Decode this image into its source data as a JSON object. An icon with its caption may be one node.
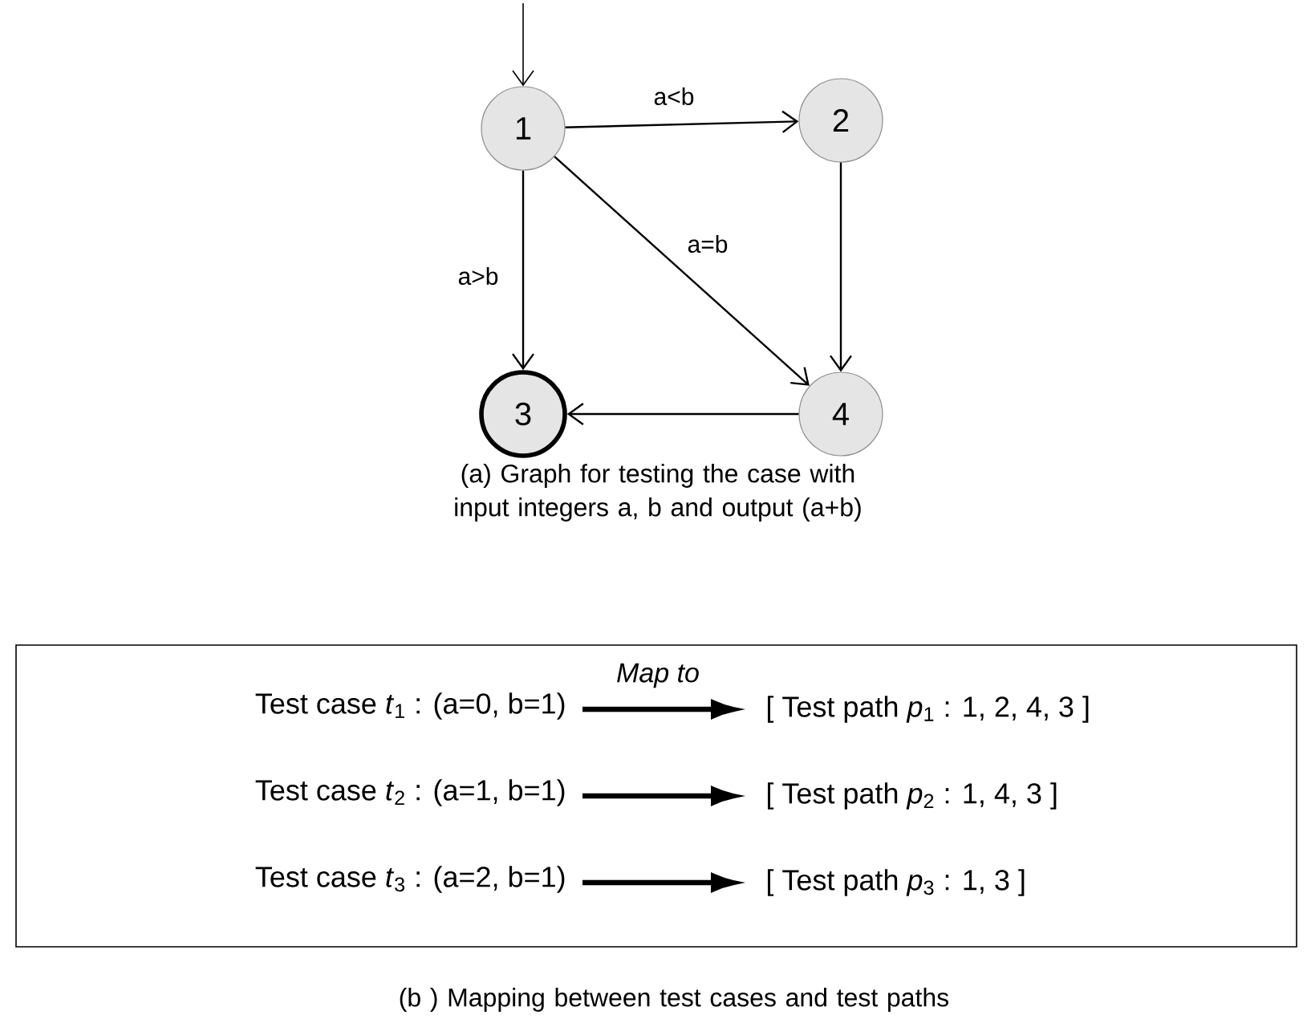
{
  "diagram": {
    "nodes": [
      {
        "text": [
          "1"
        ]
      },
      {
        "text": [
          "2"
        ]
      },
      {
        "text": [
          "3"
        ]
      },
      {
        "text": [
          "4"
        ]
      },
      {
        "text": [],
        "shape": "box"
      },
      {
        "text": [
          "Test case *t*$_{1}$ : (a=0, b=1)"
        ],
        "in": 4
      },
      {
        "text": [
          "Test case *t*$_{2}$ : (a=1, b=1)"
        ],
        "in": 4
      },
      {
        "text": [
          "Test case *t*$_{3}$ : (a=2, b=1)"
        ],
        "in": 4
      },
      {
        "text": [
          "[ Test path *p*$_{1}$ : 1, 2, 4, 3 ]"
        ],
        "in": 4
      },
      {
        "text": [
          "[ Test path *p*$_{2}$ : 1, 4, 3 ]"
        ],
        "in": 4
      },
      {
        "text": [
          "[ Test path *p*$_{3}$ : 1, 3 ]"
        ],
        "in": 4
      }
    ],
    "edges": [
      {
        "from": null,
        "to": 0,
        "arrow": "to"
      },
      {
        "from": 0,
        "to": 1,
        "arrow": "to",
        "label": "a<b"
      },
      {
        "from": 0,
        "to": 2,
        "arrow": "to",
        "label": "a>b"
      },
      {
        "from": 0,
        "to": 3,
        "arrow": "to",
        "label": "a=b"
      },
      {
        "from": 1,
        "to": 3,
        "arrow": "to"
      },
      {
        "from": 3,
        "to": 2,
        "arrow": "to"
      },
      {
        "from": 5,
        "to": 8,
        "arrow": "to",
        "label": "Map to",
        "style": "thick"
      },
      {
        "from": 6,
        "to": 9,
        "arrow": "to",
        "style": "thick"
      },
      {
        "from": 7,
        "to": 10,
        "arrow": "to",
        "style": "thick"
      }
    ],
    "labels": [
      "(a) Graph for testing  the case with input integers a, b and output (a+b)",
      "(b ) Mapping between test cases and test paths"
    ]
  }
}
